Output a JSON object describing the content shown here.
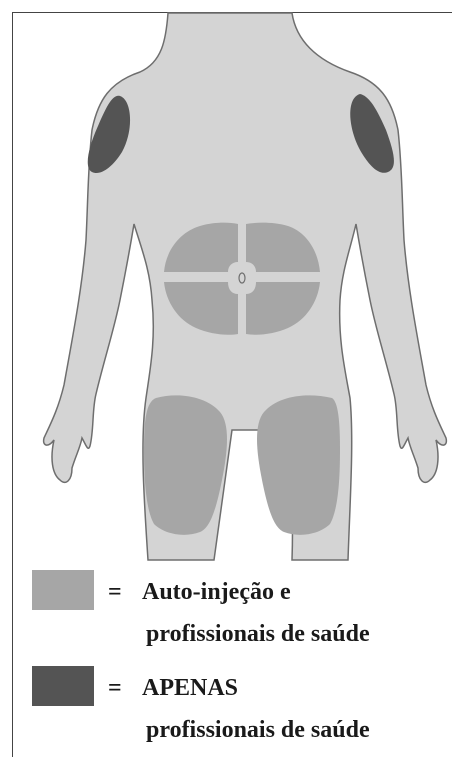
{
  "legend": {
    "items": [
      {
        "swatch_color": "#a6a6a6",
        "equals": "=",
        "line1": "Auto-injeção e",
        "line2": "profissionais de saúde"
      },
      {
        "swatch_color": "#545454",
        "equals": "=",
        "line1": "APENAS",
        "line2": "profissionais de saúde"
      }
    ]
  },
  "colors": {
    "body_fill": "#d4d4d4",
    "body_stroke": "#6e6e6e",
    "self_and_professional_zone": "#a6a6a6",
    "professional_only_zone": "#545454"
  }
}
